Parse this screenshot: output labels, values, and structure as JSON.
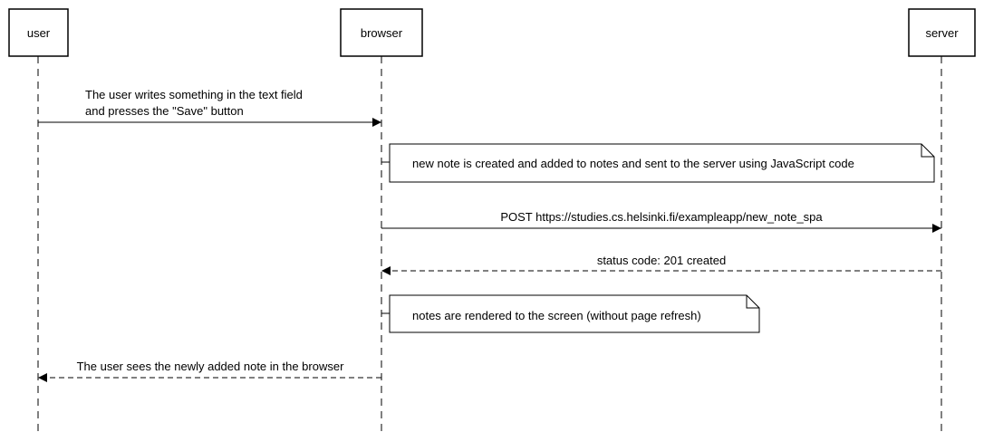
{
  "participants": {
    "user": "user",
    "browser": "browser",
    "server": "server"
  },
  "messages": {
    "user_action_line1": "The user writes something in the text field",
    "user_action_line2": "and presses the \"Save\" button",
    "post_request": "POST https://studies.cs.helsinki.fi/exampleapp/new_note_spa",
    "status_response": "status code: 201 created",
    "user_sees": "The user sees the newly added note in the browser"
  },
  "notes": {
    "note_created": "new note is created and added to notes and sent to the server using JavaScript code",
    "note_rendered": "notes are rendered to the screen (without page refresh)"
  }
}
